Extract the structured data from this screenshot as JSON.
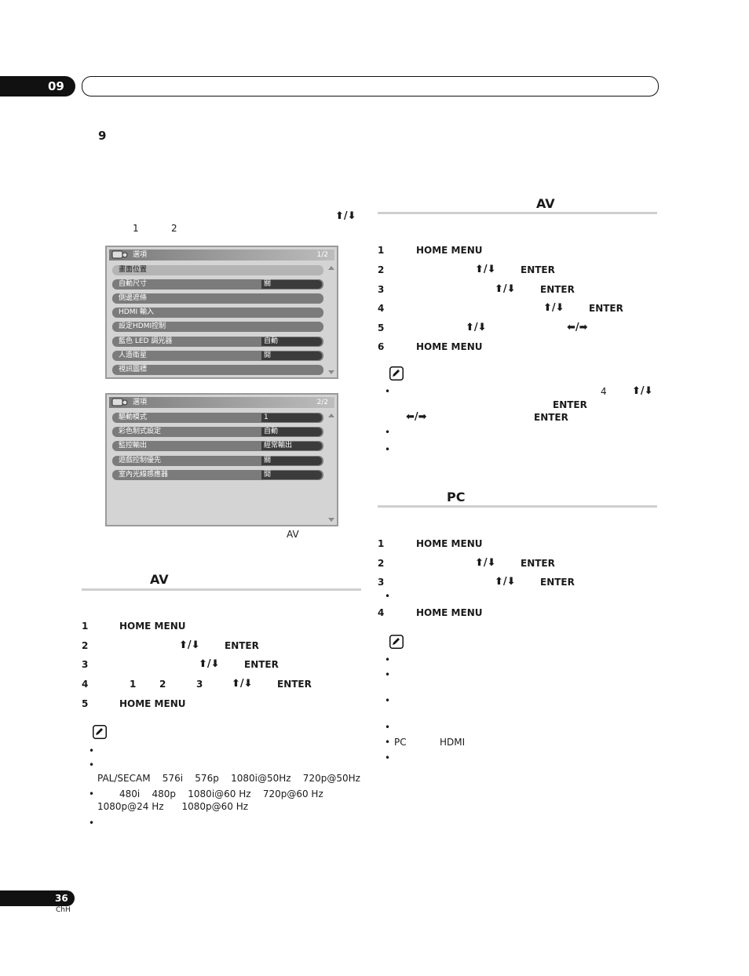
{
  "header": {
    "chapter": "09"
  },
  "left_top": {
    "section_number": "9",
    "arrows": "⬆/⬇",
    "pages_note": [
      "1",
      "2"
    ],
    "av_note": "AV"
  },
  "osd1": {
    "title": "選項",
    "page": "1/2",
    "rows": [
      {
        "label": "畫面位置",
        "value": "",
        "selected": true
      },
      {
        "label": "自動尺寸",
        "value": "關"
      },
      {
        "label": "側邊遮條",
        "value": ""
      },
      {
        "label": "HDMI 輸入",
        "value": ""
      },
      {
        "label": "設定HDMI控制",
        "value": ""
      },
      {
        "label": "藍色 LED 調光器",
        "value": "自動"
      },
      {
        "label": "人造衛星",
        "value": "開"
      },
      {
        "label": "視訊圖標",
        "value": ""
      }
    ]
  },
  "osd2": {
    "title": "選項",
    "page": "2/2",
    "rows": [
      {
        "label": "驅動模式",
        "value": "1"
      },
      {
        "label": "彩色制式設定",
        "value": "自動"
      },
      {
        "label": "監控輸出",
        "value": "經常輸出"
      },
      {
        "label": "遊戲控制優先",
        "value": "關"
      },
      {
        "label": "室內光線感應器",
        "value": "開"
      }
    ]
  },
  "left_section": {
    "title": "AV",
    "steps": [
      {
        "num": "1",
        "text": "HOME MENU"
      },
      {
        "num": "2",
        "arrows": "⬆/⬇",
        "enter": "ENTER"
      },
      {
        "num": "3",
        "arrows": "⬆/⬇",
        "enter": "ENTER"
      },
      {
        "num": "4",
        "opts": [
          "1",
          "2",
          "3"
        ],
        "arrows": "⬆/⬇",
        "enter": "ENTER"
      },
      {
        "num": "5",
        "text": "HOME MENU"
      }
    ],
    "notes": {
      "pal_line": "PAL/SECAM    576i    576p    1080i@50Hz    720p@50Hz",
      "ntsc_line1": "480i    480p    1080i@60 Hz    720p@60 Hz",
      "ntsc_line2": "1080p@24 Hz      1080p@60 Hz"
    }
  },
  "right_av": {
    "title": "AV",
    "steps": [
      {
        "num": "1",
        "text": "HOME MENU"
      },
      {
        "num": "2",
        "arrows": "⬆/⬇",
        "enter": "ENTER"
      },
      {
        "num": "3",
        "arrows": "⬆/⬇",
        "enter": "ENTER"
      },
      {
        "num": "4",
        "arrows": "⬆/⬇",
        "enter": "ENTER"
      },
      {
        "num": "5",
        "arrows": "⬆/⬇",
        "lr": "⬅/➡"
      },
      {
        "num": "6",
        "text": "HOME MENU"
      }
    ],
    "note": {
      "step_ref": "4",
      "arrows": "⬆/⬇",
      "enter1": "ENTER",
      "lr": "⬅/➡",
      "enter2": "ENTER"
    }
  },
  "right_pc": {
    "title": "PC",
    "steps": [
      {
        "num": "1",
        "text": "HOME MENU"
      },
      {
        "num": "2",
        "arrows": "⬆/⬇",
        "enter": "ENTER"
      },
      {
        "num": "3",
        "arrows": "⬆/⬇",
        "enter": "ENTER"
      },
      {
        "num": "4",
        "text": "HOME MENU"
      }
    ],
    "note": {
      "pc": "PC",
      "hdmi": "HDMI"
    }
  },
  "footer": {
    "page": "36",
    "lang": "ChH"
  }
}
